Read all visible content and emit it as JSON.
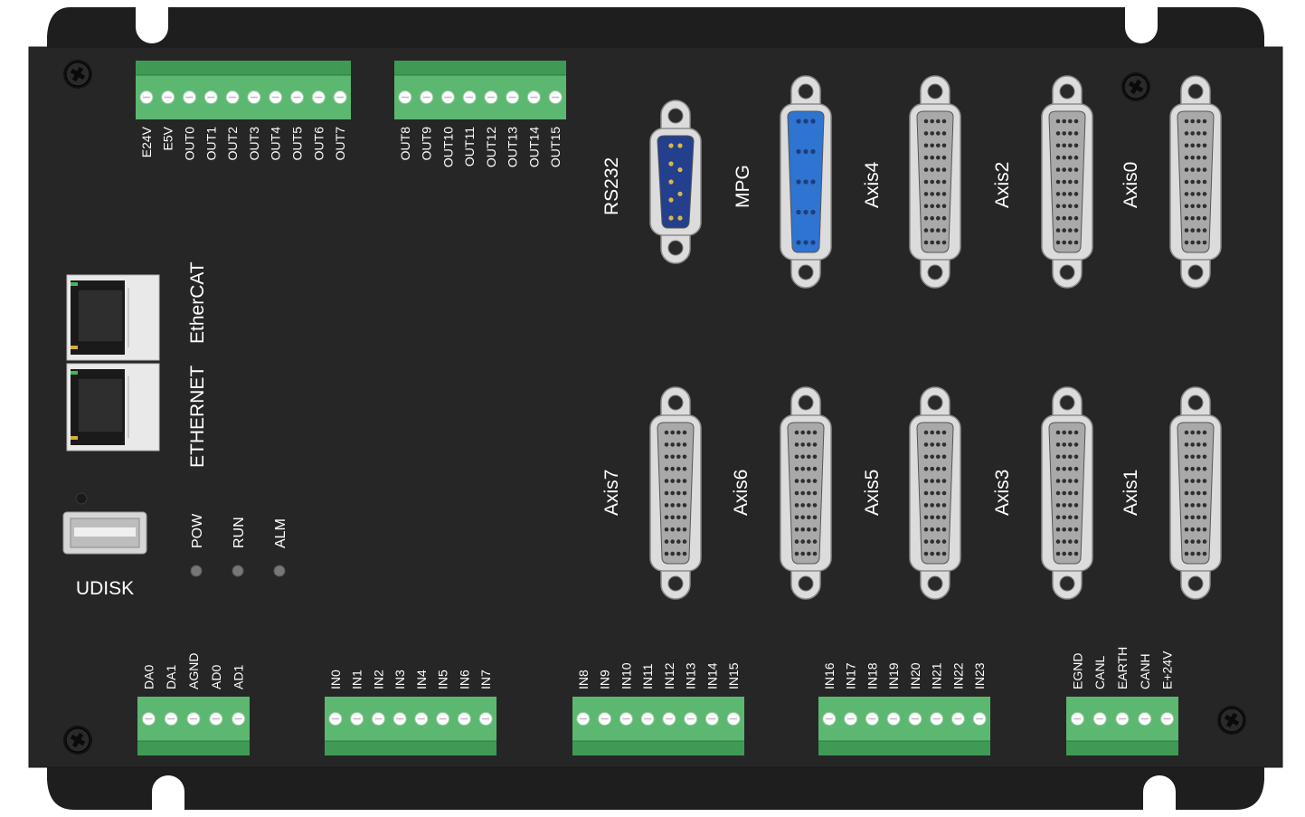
{
  "colors": {
    "panel": "#262626",
    "bracket": "#1f1f1f",
    "terminal_green": "#5cb870",
    "terminal_dark": "#3f9a55",
    "dsub_blue": "#2f74d0",
    "dsub_navy": "#243f8c",
    "metal": "#dcdcdc",
    "dsub_gray": "#a9a9a9",
    "label": "#ffffff",
    "led_off": "#777777"
  },
  "top_left_terminal": {
    "labels": [
      "E24V",
      "E5V",
      "OUT0",
      "OUT1",
      "OUT2",
      "OUT3",
      "OUT4",
      "OUT5",
      "OUT6",
      "OUT7"
    ]
  },
  "top_right_terminal": {
    "labels": [
      "OUT8",
      "OUT9",
      "OUT10",
      "OUT11",
      "OUT12",
      "OUT13",
      "OUT14",
      "OUT15"
    ]
  },
  "bottom_terminals": [
    {
      "labels": [
        "DA0",
        "DA1",
        "AGND",
        "AD0",
        "AD1"
      ]
    },
    {
      "labels": [
        "IN0",
        "IN1",
        "IN2",
        "IN3",
        "IN4",
        "IN5",
        "IN6",
        "IN7"
      ]
    },
    {
      "labels": [
        "IN8",
        "IN9",
        "IN10",
        "IN11",
        "IN12",
        "IN13",
        "IN14",
        "IN15"
      ]
    },
    {
      "labels": [
        "IN16",
        "IN17",
        "IN18",
        "IN19",
        "IN20",
        "IN21",
        "IN22",
        "IN23"
      ]
    },
    {
      "labels": [
        "EGND",
        "CANL",
        "EARTH",
        "CANH",
        "E+24V"
      ]
    }
  ],
  "ports": {
    "rs232": "RS232",
    "mpg": "MPG",
    "axis4": "Axis4",
    "axis2": "Axis2",
    "axis0": "Axis0",
    "axis7": "Axis7",
    "axis6": "Axis6",
    "axis5": "Axis5",
    "axis3": "Axis3",
    "axis1": "Axis1"
  },
  "ethercat": "EtherCAT",
  "ethernet": "ETHERNET",
  "udisk": "UDISK",
  "leds": [
    "POW",
    "RUN",
    "ALM"
  ]
}
